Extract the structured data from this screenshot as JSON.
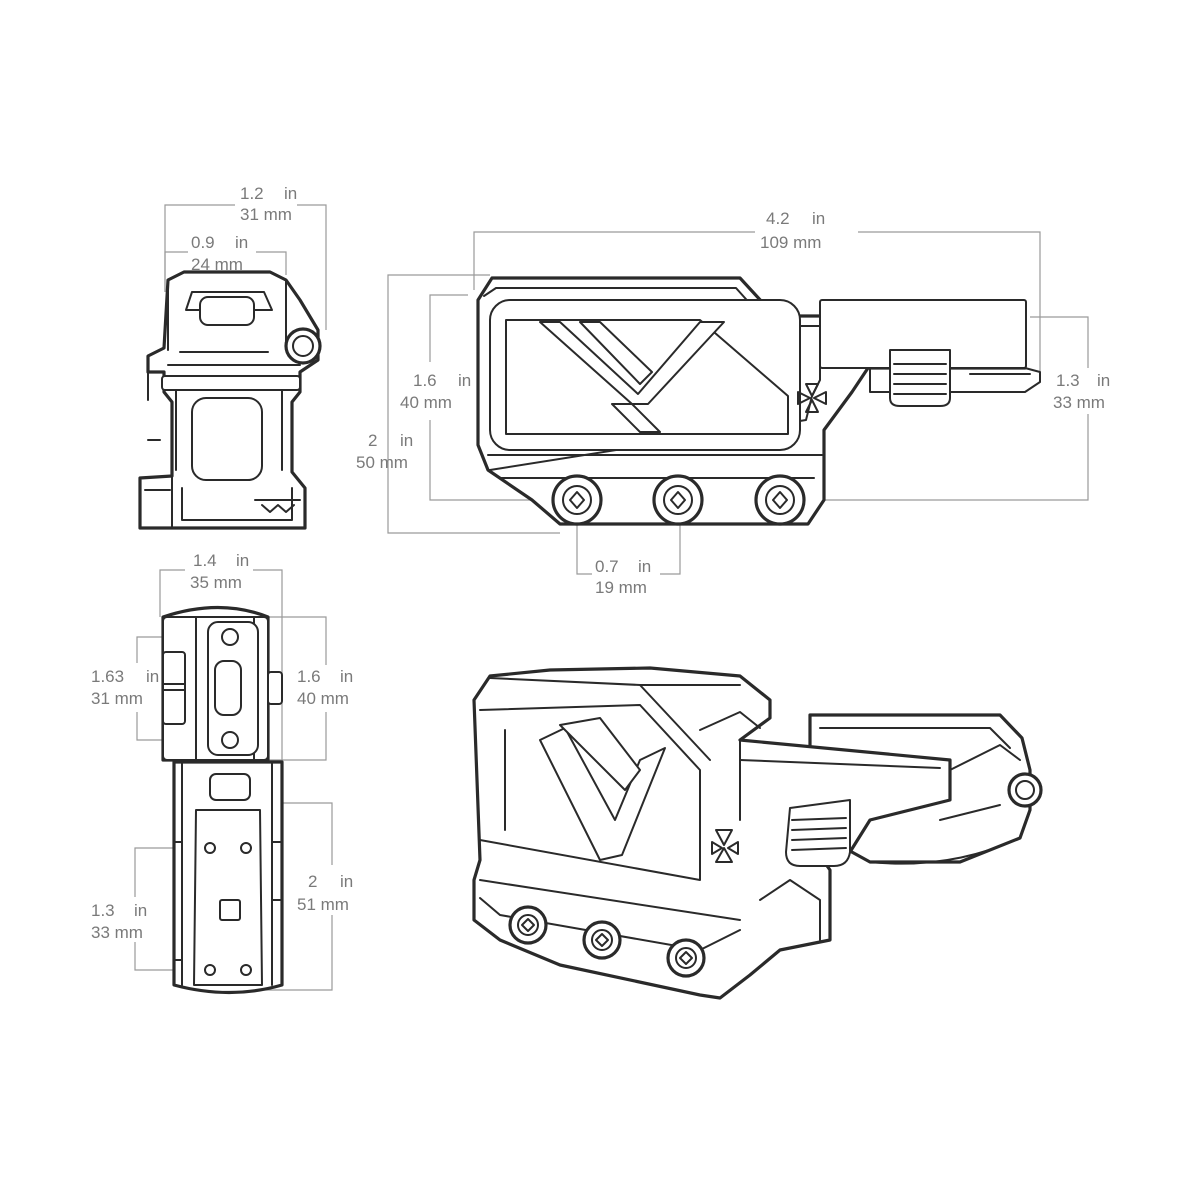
{
  "dimensions": {
    "front_overall_width": {
      "value": "1.2",
      "unit": "in",
      "metric": "31 mm"
    },
    "front_inner_width": {
      "value": "0.9",
      "unit": "in",
      "metric": "24 mm"
    },
    "side_overall_length": {
      "value": "4.2",
      "unit": "in",
      "metric": "109 mm"
    },
    "side_optic_height": {
      "value": "1.6",
      "unit": "in",
      "metric": "40 mm"
    },
    "side_overall_height": {
      "value": "2",
      "unit": "in",
      "metric": "50 mm"
    },
    "side_clamp_height": {
      "value": "1.3",
      "unit": "in",
      "metric": "33 mm"
    },
    "side_screw_spacing": {
      "value": "0.7",
      "unit": "in",
      "metric": "19 mm"
    },
    "top_width": {
      "value": "1.4",
      "unit": "in",
      "metric": "35 mm"
    },
    "top_left_height": {
      "value": "1.63",
      "unit": "in",
      "metric": "31 mm"
    },
    "top_right_height": {
      "value": "1.6",
      "unit": "in",
      "metric": "40 mm"
    },
    "top_lower_length": {
      "value": "2",
      "unit": "in",
      "metric": "51 mm"
    },
    "top_hole_spacing": {
      "value": "1.3",
      "unit": "in",
      "metric": "33 mm"
    }
  },
  "colors": {
    "line": "#2a2a2a",
    "dimension": "#9a9a9a",
    "label": "#7a7a7a",
    "background": "#ffffff"
  },
  "icons": [
    "brand-logo-icon",
    "torx-screw-icon"
  ]
}
